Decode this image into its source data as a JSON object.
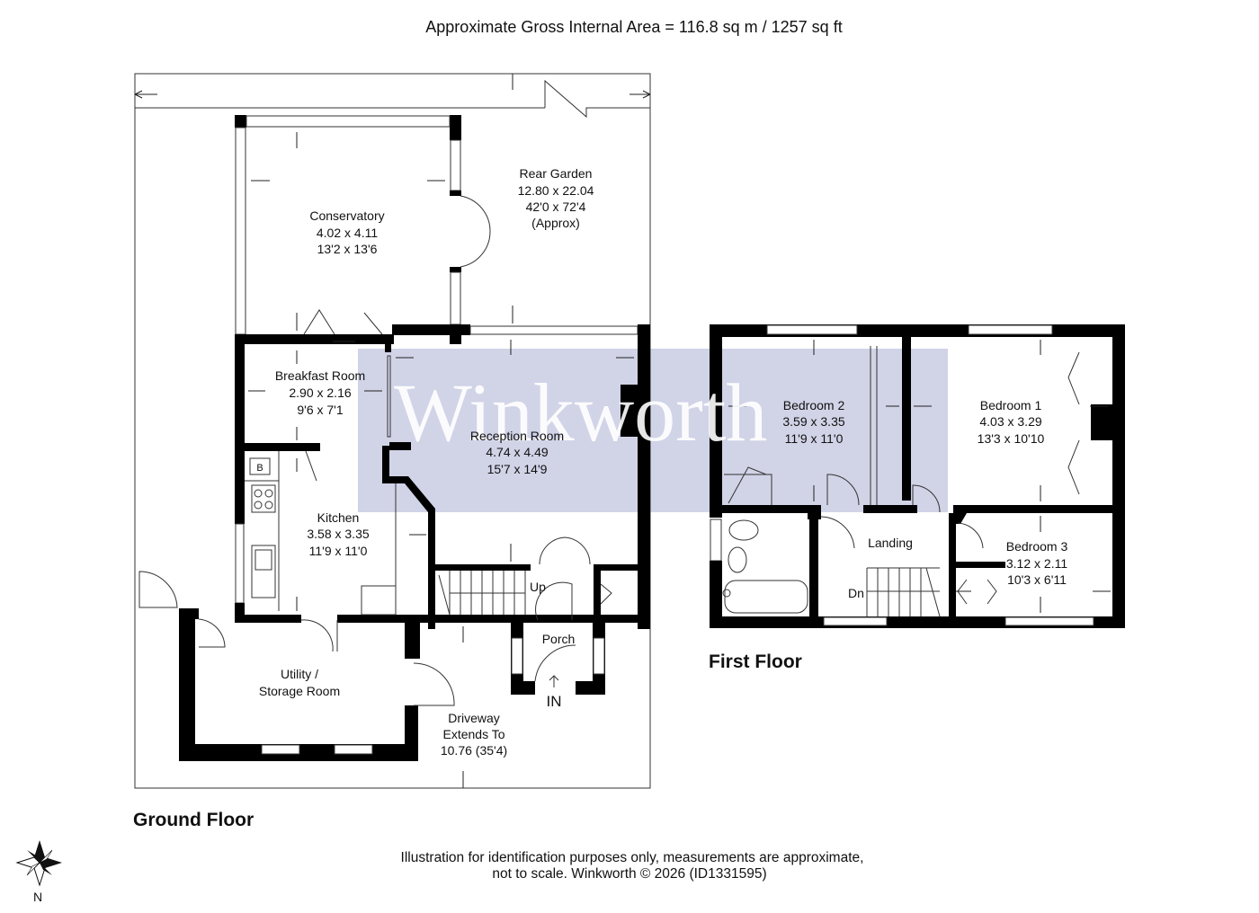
{
  "header": {
    "area_text": "Approximate Gross Internal Area = 116.8 sq m / 1257 sq ft"
  },
  "watermark": {
    "text": "Winkworth",
    "band_color": "#c9cbe3"
  },
  "floors": {
    "ground": {
      "title": "Ground Floor"
    },
    "first": {
      "title": "First Floor"
    }
  },
  "rooms": {
    "rear_garden": {
      "name": "Rear Garden",
      "metric": "12.80 x 22.04",
      "imperial": "42'0 x 72'4",
      "note": "(Approx)"
    },
    "conservatory": {
      "name": "Conservatory",
      "metric": "4.02 x 4.11",
      "imperial": "13'2 x 13'6"
    },
    "breakfast_room": {
      "name": "Breakfast Room",
      "metric": "2.90 x 2.16",
      "imperial": "9'6 x 7'1"
    },
    "reception_room": {
      "name": "Reception Room",
      "metric": "4.74 x 4.49",
      "imperial": "15'7 x 14'9"
    },
    "kitchen": {
      "name": "Kitchen",
      "metric": "3.58 x 3.35",
      "imperial": "11'9 x 11'0"
    },
    "utility": {
      "name1": "Utility /",
      "name2": "Storage Room"
    },
    "porch": {
      "name": "Porch"
    },
    "driveway": {
      "line1": "Driveway",
      "line2": "Extends To",
      "line3": "10.76 (35'4)"
    },
    "bedroom2": {
      "name": "Bedroom 2",
      "metric": "3.59 x 3.35",
      "imperial": "11'9 x 11'0"
    },
    "bedroom1": {
      "name": "Bedroom 1",
      "metric": "4.03 x 3.29",
      "imperial": "13'3 x 10'10"
    },
    "bedroom3": {
      "name": "Bedroom 3",
      "metric": "3.12 x 2.11",
      "imperial": "10'3 x 6'11"
    },
    "landing": {
      "name": "Landing"
    }
  },
  "markers": {
    "boiler": "B",
    "up": "Up",
    "down": "Dn",
    "entrance": "IN",
    "north": "N"
  },
  "footer": {
    "line1": "Illustration for identification purposes only, measurements are approximate,",
    "line2": "not to scale. Winkworth © 2026 (ID1331595)"
  }
}
